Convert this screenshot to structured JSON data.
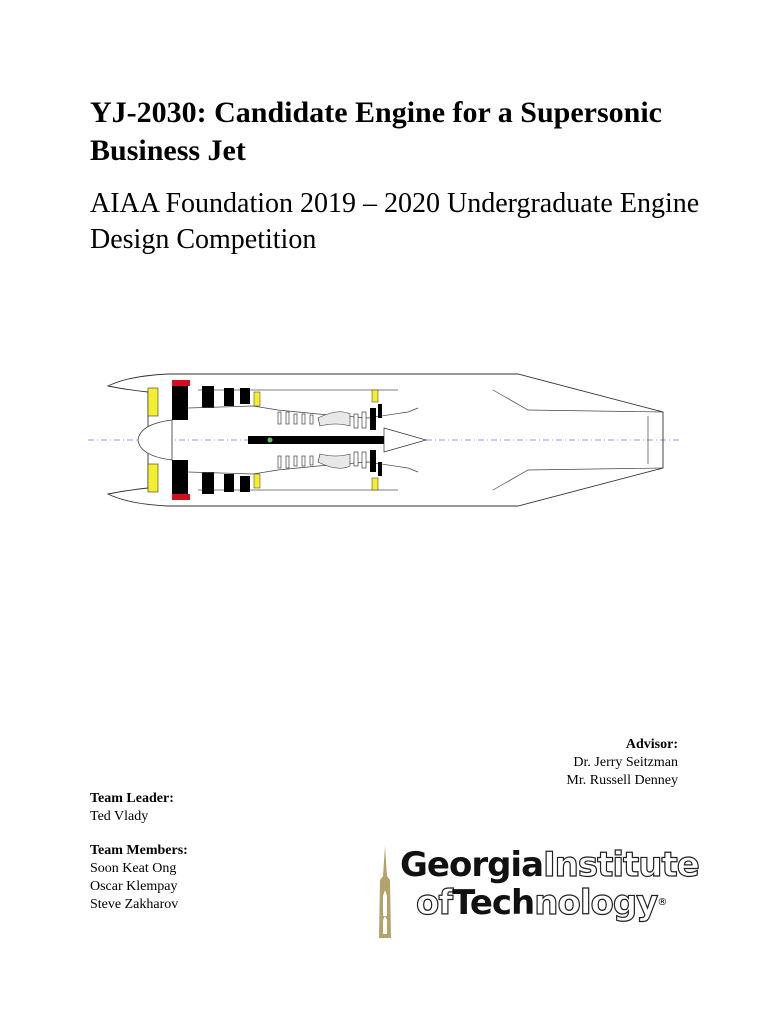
{
  "title": "YJ-2030: Candidate Engine for a Supersonic Business Jet",
  "subtitle": "AIAA Foundation 2019 – 2020 Undergraduate Engine Design Competition",
  "advisor": {
    "heading": "Advisor:",
    "names": [
      "Dr. Jerry Seitzman",
      "Mr. Russell Denney"
    ]
  },
  "team_leader": {
    "heading": "Team Leader:",
    "name": "Ted Vlady"
  },
  "team_members": {
    "heading": "Team Members:",
    "names": [
      "Soon Keat Ong",
      "Oscar Klempay",
      "Steve Zakharov"
    ]
  },
  "logo": {
    "line1_bold": "Georgia",
    "line1_outline": "Institute",
    "line2_outline_a": "of",
    "line2_bold": "Tech",
    "line2_outline_b": "nology",
    "mark": "®"
  }
}
